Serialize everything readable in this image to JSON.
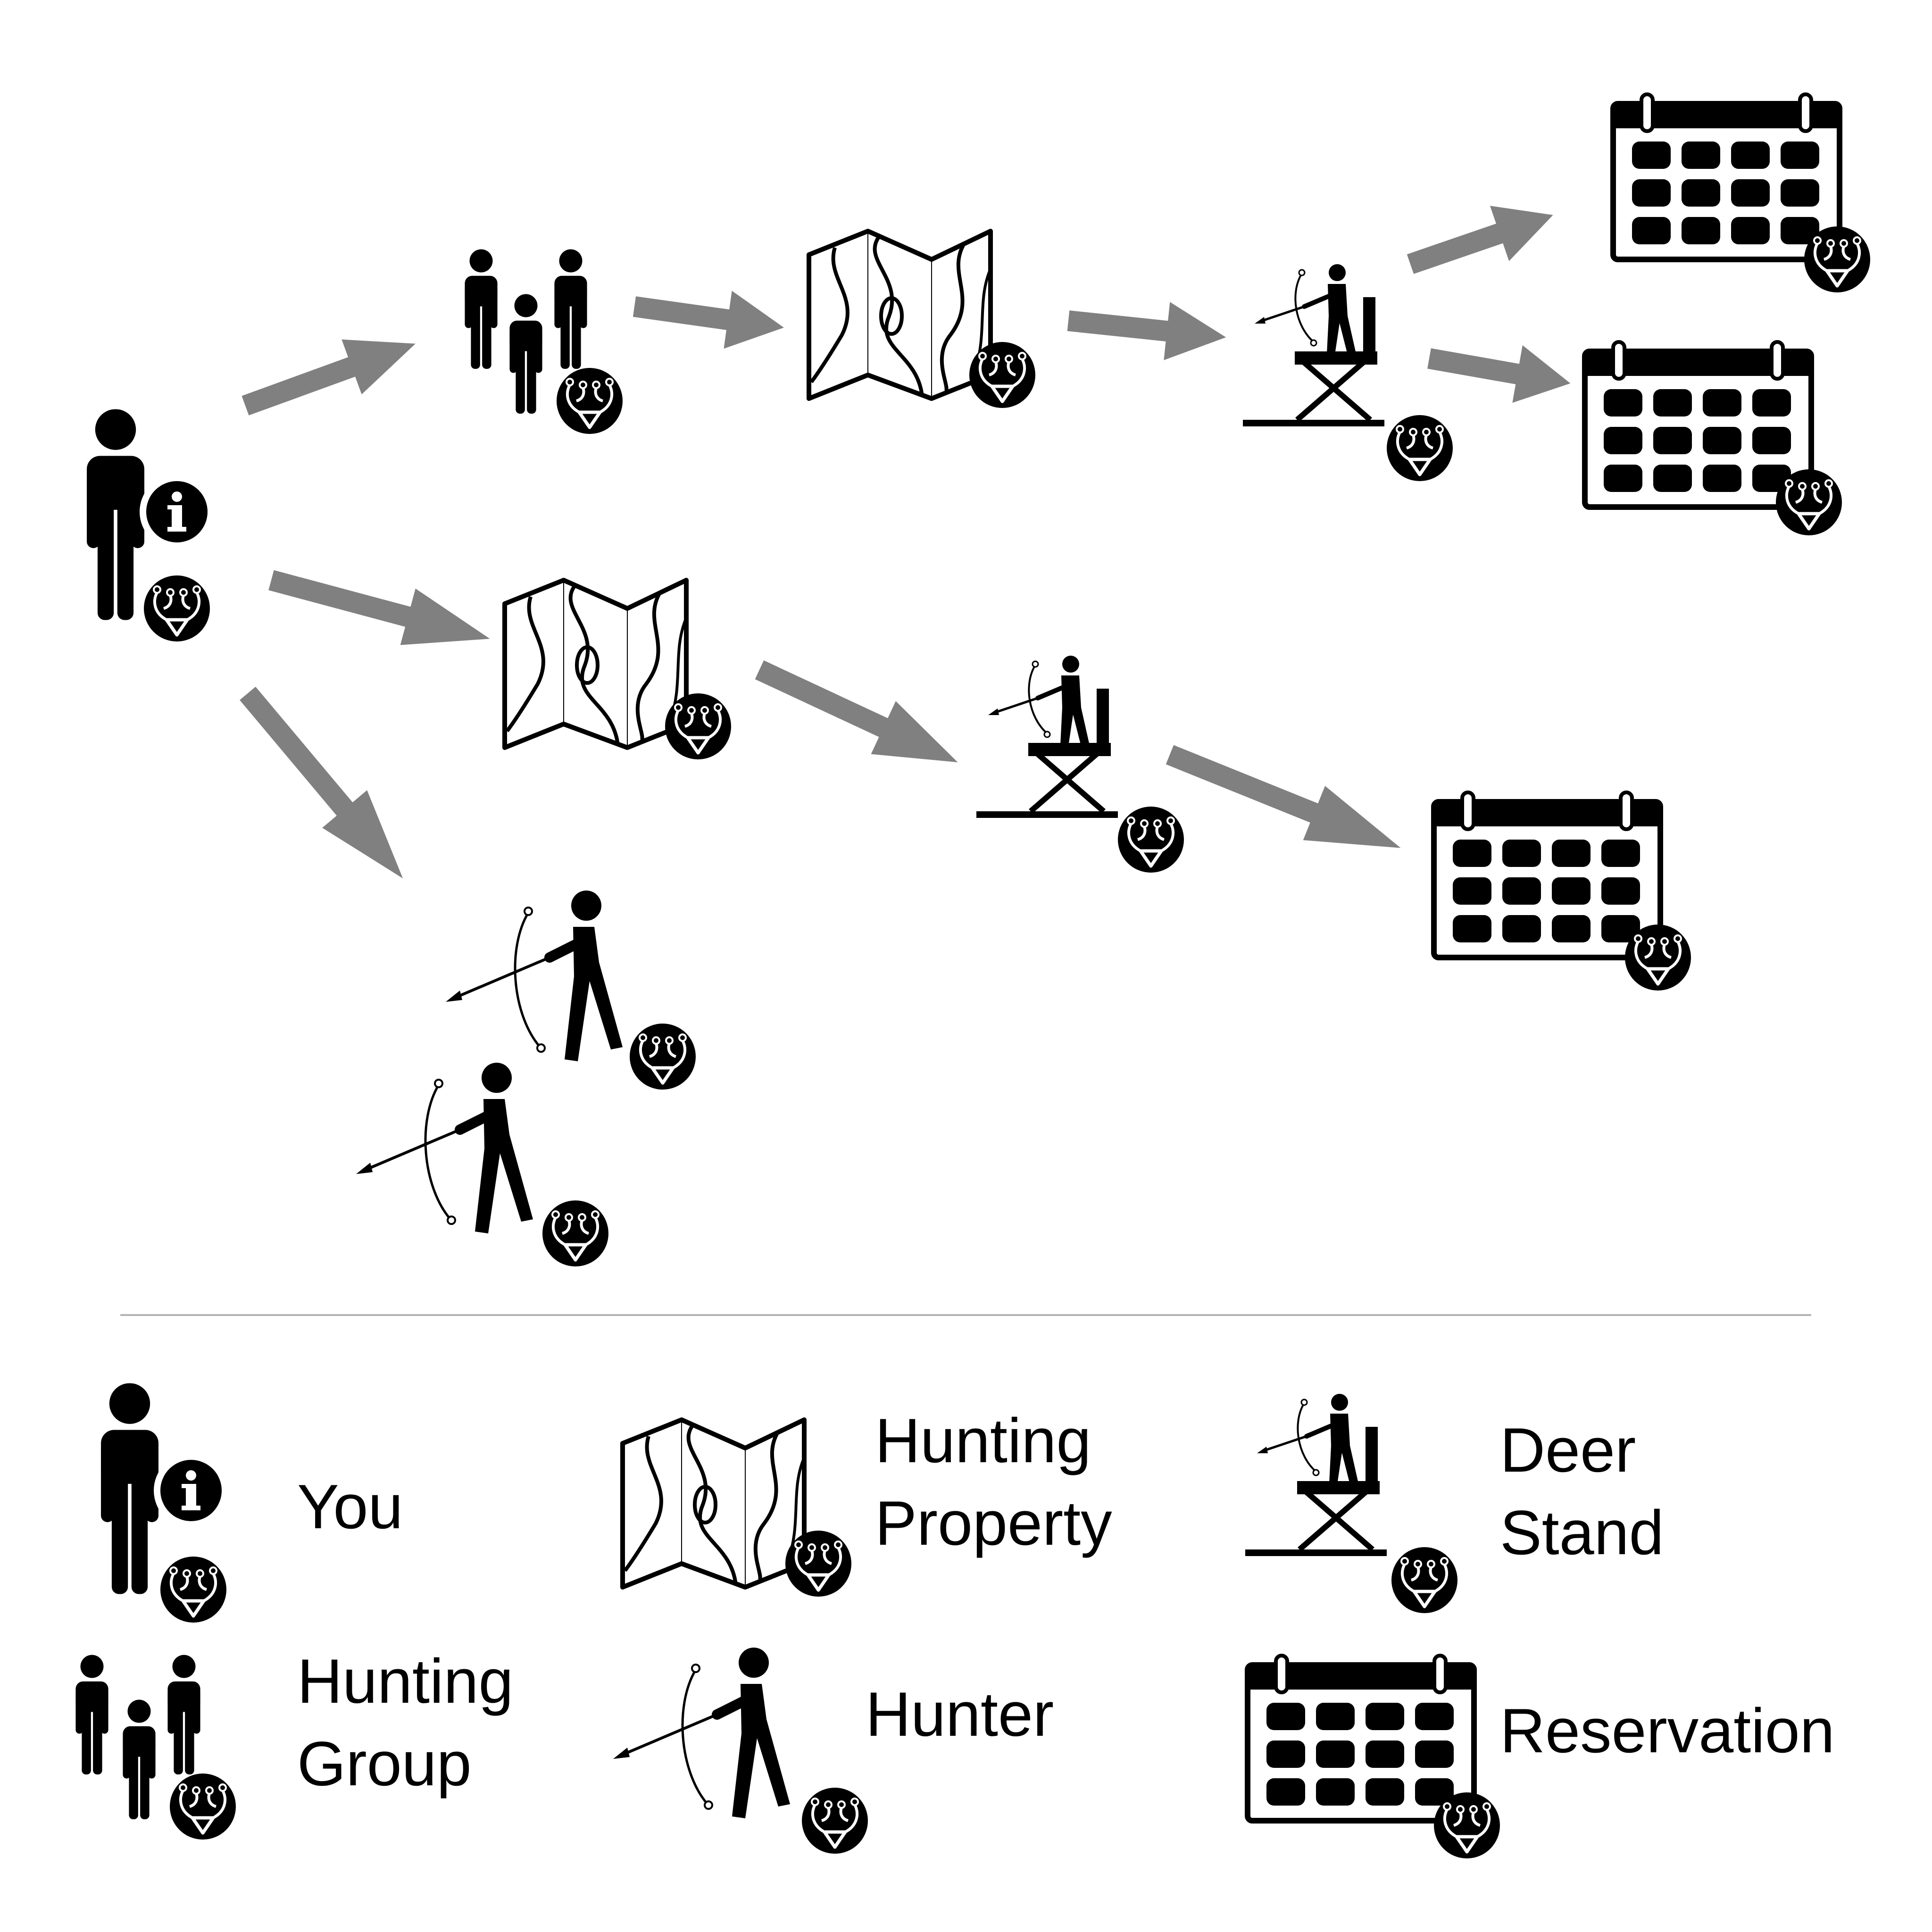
{
  "legend": {
    "you": "You",
    "hunting_property_line1": "Hunting",
    "hunting_property_line2": "Property",
    "deer_stand_line1": "Deer",
    "deer_stand_line2": "Stand",
    "hunting_group_line1": "Hunting",
    "hunting_group_line2": "Group",
    "hunter": "Hunter",
    "reservation": "Reservation"
  },
  "colors": {
    "icon": "#000000",
    "arrow": "#808080",
    "divider": "#b3b3b3",
    "background": "#ffffff"
  },
  "icons": {
    "you": "person-info-icon",
    "hunting_group": "group-people-icon",
    "hunting_property": "folded-map-icon",
    "deer_stand": "deer-stand-archer-icon",
    "hunter": "archer-icon",
    "reservation": "calendar-icon",
    "badge": "deer-head-badge-icon"
  }
}
